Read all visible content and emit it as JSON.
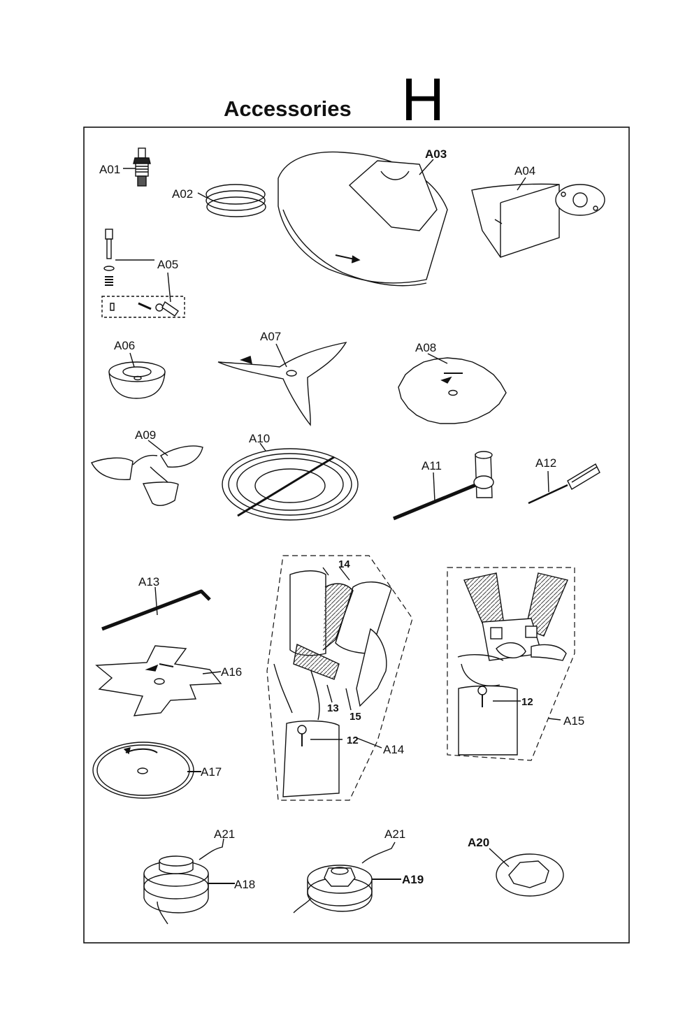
{
  "header": {
    "title": "Accessories",
    "section_letter": "H"
  },
  "labels": {
    "A01": "A01",
    "A02": "A02",
    "A03": "A03",
    "A04": "A04",
    "A05": "A05",
    "A06": "A06",
    "A07": "A07",
    "A08": "A08",
    "A09": "A09",
    "A10": "A10",
    "A11": "A11",
    "A12": "A12",
    "A13": "A13",
    "A14": "A14",
    "A15": "A15",
    "A16": "A16",
    "A17": "A17",
    "A18": "A18",
    "A19": "A19",
    "A20": "A20",
    "A21a": "A21",
    "A21b": "A21",
    "n14": "14",
    "n13": "13",
    "n15": "15",
    "n12a": "12",
    "n12b": "12"
  }
}
